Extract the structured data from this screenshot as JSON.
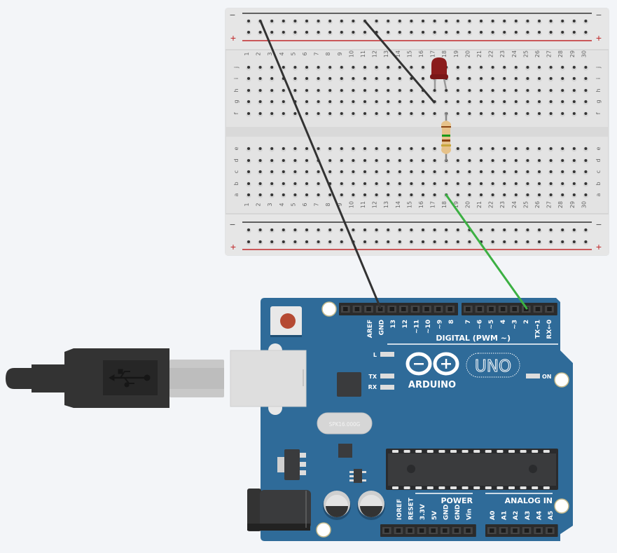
{
  "breadboard": {
    "columns": 30,
    "top_rows": [
      "j",
      "i",
      "h",
      "g",
      "f"
    ],
    "bottom_rows": [
      "e",
      "d",
      "c",
      "b",
      "a"
    ],
    "rail_minus": "−",
    "rail_plus": "+",
    "colors": {
      "body": "#e3e3e3",
      "hole": "#333333",
      "rail_minus": "#333333",
      "rail_plus": "#c0292b"
    }
  },
  "components": {
    "led": {
      "color": "#8b1c1c",
      "anode_column": 18,
      "cathode_column": 17,
      "row": "h"
    },
    "resistor": {
      "top_column": 18,
      "top_row": "f",
      "bottom_column": 18,
      "bottom_row": "d",
      "bands": [
        "#8b4513",
        "#1a9a1a",
        "#8b4513",
        "#c8a63c"
      ]
    }
  },
  "wires": [
    {
      "name": "gnd-wire",
      "color": "#333333",
      "from": "rail-minus col 2",
      "to": "Arduino GND"
    },
    {
      "name": "led-cathode-wire",
      "color": "#333333",
      "from": "rail-minus col 11",
      "to": "g17"
    },
    {
      "name": "signal-wire",
      "color": "#3cb043",
      "from": "a18",
      "to": "Arduino pin 2"
    }
  ],
  "arduino": {
    "board_color": "#2f6b99",
    "brand": "ARDUINO",
    "model": "UNO",
    "crystal_label": "SPK16.000G",
    "digital_header_label": "DIGITAL (PWM ~)",
    "power_header_label": "POWER",
    "analog_header_label": "ANALOG IN",
    "led_labels": {
      "l": "L",
      "tx": "TX",
      "rx": "RX",
      "on": "ON"
    },
    "digital_pins_left": [
      "AREF",
      "GND",
      "13",
      "12",
      "~11",
      "~10",
      "~9",
      "8"
    ],
    "digital_pins_right": [
      "7",
      "~6",
      "~5",
      "4",
      "~3",
      "2",
      "TX→1",
      "RX←0"
    ],
    "power_pins": [
      "IOREF",
      "RESET",
      "3.3V",
      "5V",
      "GND",
      "GND",
      "Vin"
    ],
    "analog_pins": [
      "A0",
      "A1",
      "A2",
      "A3",
      "A4",
      "A5"
    ]
  },
  "usb_cable": {
    "icon": "usb-icon"
  }
}
